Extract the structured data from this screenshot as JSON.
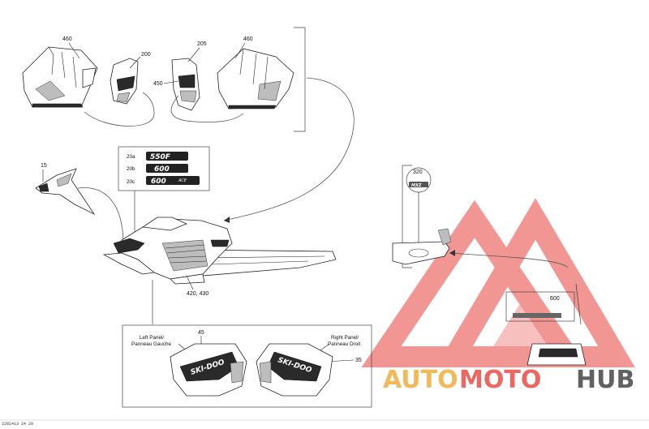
{
  "callouts": {
    "c460_left": "460",
    "c200": "200",
    "c205": "205",
    "c460_right": "460",
    "c450": "450",
    "c15": "15",
    "c20a": "20a",
    "c20b": "20b",
    "c20c": "20c",
    "c320": "320",
    "c420_430": "420, 430",
    "c600": "600",
    "c45": "45",
    "c35": "35"
  },
  "decal_text": {
    "d550f": "550F",
    "d600": "600",
    "d600ace_num": "600",
    "d600ace_suffix": "ACE",
    "d_mxz": "MXZ",
    "d_skidoo_left": "SKI-DOO",
    "d_skidoo_right": "SKI-DOO"
  },
  "panel_labels": {
    "left_en": "Left Panel/",
    "left_fr": "Panneau Gauche",
    "right_en": "Right Panel/",
    "right_fr": "Panneau Droit"
  },
  "footer_code": "2281413 24 29",
  "watermark": {
    "text_part1": "AUTO",
    "text_part2": "MOTO",
    "text_part3": "HUB",
    "color_primary": "#f0a830",
    "color_red": "#e8413c",
    "color_dark": "#3a3a3a"
  }
}
